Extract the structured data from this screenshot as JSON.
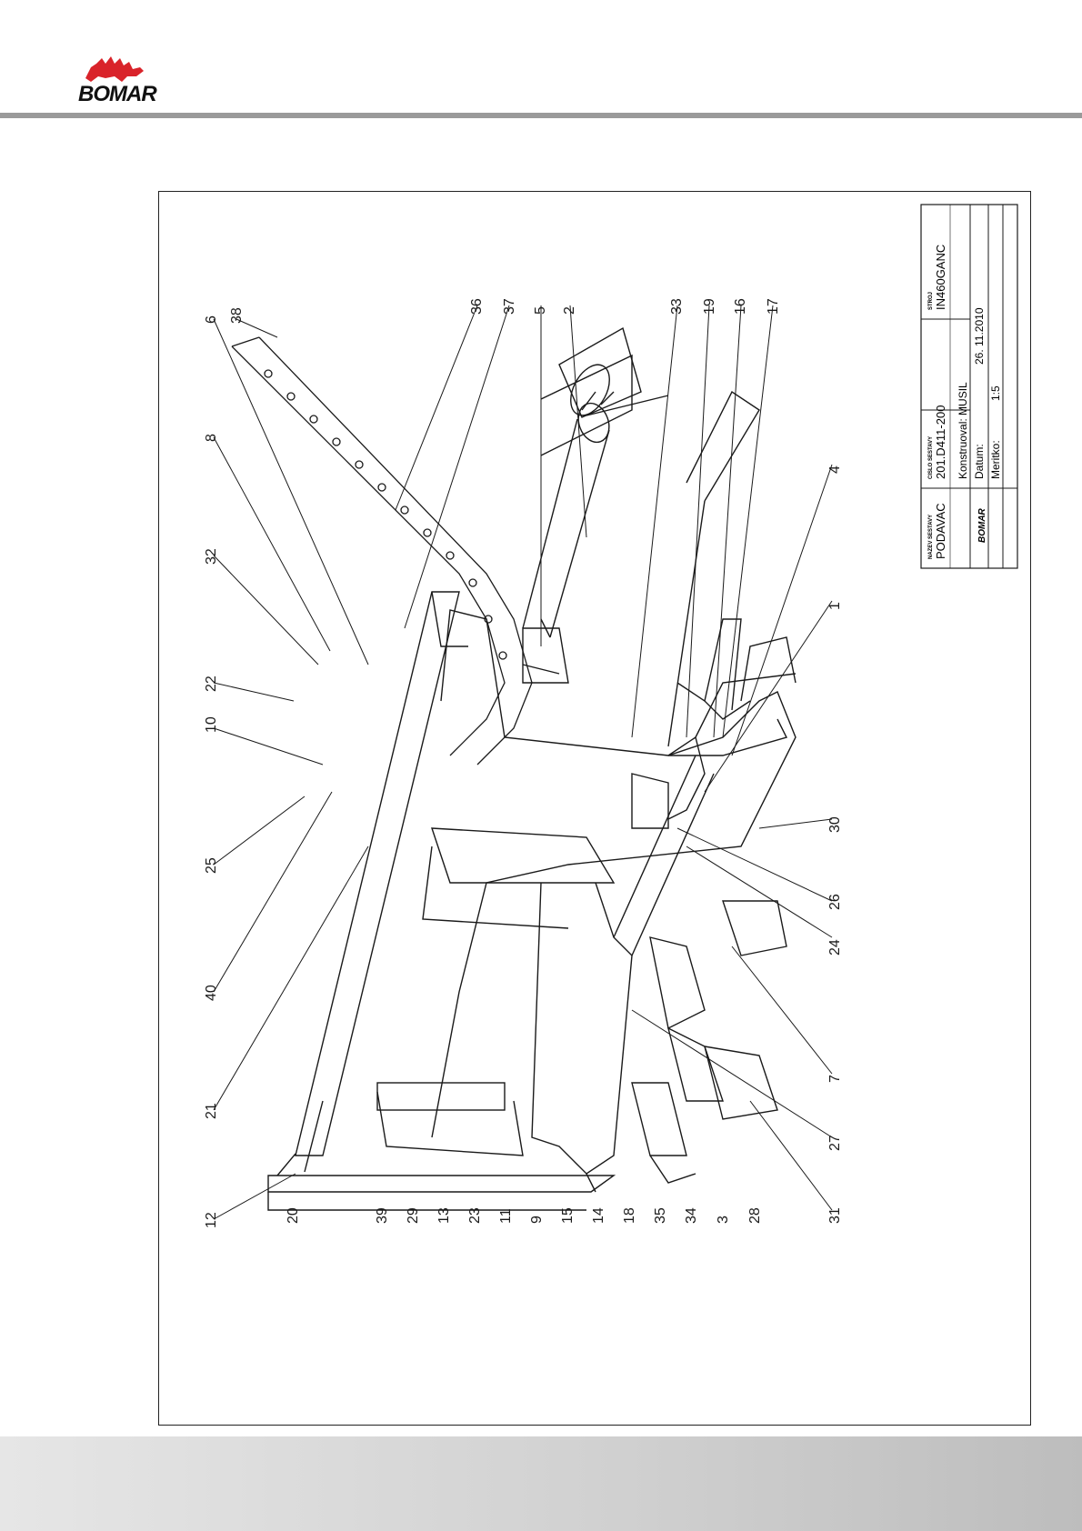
{
  "brand": {
    "logo_text": "BOMAR",
    "logo_color": "#d9232a"
  },
  "title_block": {
    "name_label": "NAZEV SESTAVY",
    "name_value": "PODAVAC",
    "number_label": "CISLO SESTAVY",
    "number_value": "201.D411-200",
    "machine_label": "STROJ",
    "machine_value": "IN460GANC",
    "designer": "Konstruoval: MUSIL",
    "date_label": "Datum:",
    "date_value": "26. 11.2010",
    "scale_label": "Meritko:",
    "scale_value": "1:5",
    "small_logo_text": "BOMAR"
  },
  "callouts_top": [
    "6",
    "38",
    "8",
    "32",
    "22",
    "10",
    "25",
    "40",
    "21",
    "12"
  ],
  "callouts_right_top": [
    "36",
    "37",
    "5",
    "2",
    "33",
    "19",
    "16",
    "17"
  ],
  "callouts_right": [
    "4",
    "1",
    "30",
    "26",
    "24",
    "7",
    "27",
    "31",
    "28",
    "3",
    "34",
    "35",
    "18",
    "14",
    "15",
    "9",
    "11",
    "23",
    "13",
    "29",
    "39",
    "20"
  ],
  "colors": {
    "line": "#1a1a1a",
    "accent": "#d9232a"
  }
}
